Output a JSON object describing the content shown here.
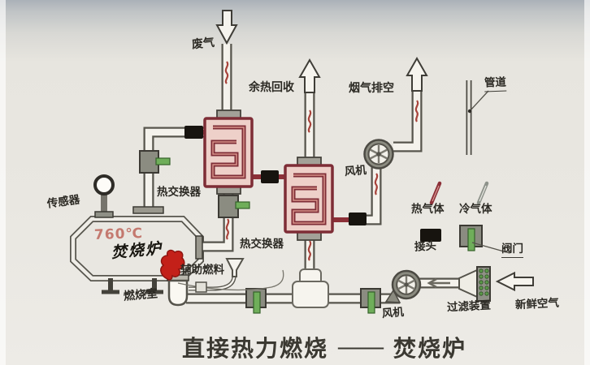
{
  "title": {
    "left": "直接热力燃烧",
    "dash": "——",
    "right": "焚烧炉"
  },
  "temperature": "760℃",
  "labels": {
    "waste_gas": "废气",
    "heat_recovery": "余热回收",
    "flue_exhaust": "烟气排空",
    "sensor": "传感器",
    "heat_exchanger_top": "热交换器",
    "heat_exchanger_mid": "热交换器",
    "incinerator": "焚烧炉",
    "aux_fuel": "辅助燃料",
    "combustion_chamber": "燃烧室",
    "fan_upper": "风机",
    "fan_lower": "风机",
    "filter_device": "过滤装置",
    "fresh_air": "新鲜空气"
  },
  "legend": {
    "pipe": "管道",
    "hot_gas": "热气体",
    "cold_gas": "冷气体",
    "joint": "接头",
    "valve": "阀门"
  },
  "colors": {
    "hot_gas_line": "#8c3038",
    "cold_gas_line": "#8e938b",
    "valve_green": "#6fae5a",
    "joint_black": "#17140f",
    "flame_red": "#c32019",
    "temperature_red": "#c4796f",
    "exchanger_fill": "#eed0c9",
    "exchanger_border": "#7e2d36",
    "pipe_outline": "#57554d",
    "pipe_fill": "#f4f2ec",
    "metal_gray": "#8b8c81",
    "background": "#e8e6e0"
  }
}
